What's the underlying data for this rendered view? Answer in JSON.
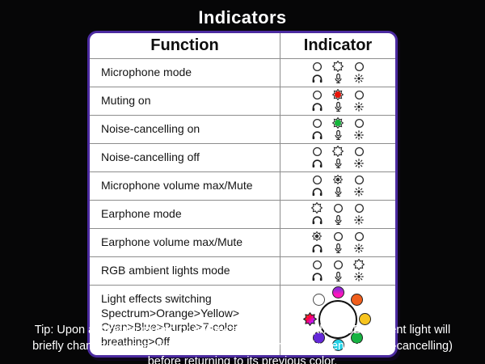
{
  "title": "Indicators",
  "table": {
    "headers": {
      "function": "Function",
      "indicator": "Indicator"
    },
    "legend_icons": [
      "headphone",
      "microphone",
      "brightness"
    ],
    "rows": [
      {
        "label": "Microphone mode",
        "indicators": [
          "off",
          "on",
          "off"
        ]
      },
      {
        "label": "Muting on",
        "indicators": [
          "off",
          "red",
          "off"
        ]
      },
      {
        "label": "Noise-cancelling on",
        "indicators": [
          "off",
          "green",
          "off"
        ]
      },
      {
        "label": "Noise-cancelling off",
        "indicators": [
          "off",
          "on",
          "off"
        ]
      },
      {
        "label": "Microphone volume max/Mute",
        "indicators": [
          "off",
          "blink",
          "off"
        ]
      },
      {
        "label": "Earphone mode",
        "indicators": [
          "on",
          "off",
          "off"
        ]
      },
      {
        "label": "Earphone volume max/Mute",
        "indicators": [
          "blink",
          "off",
          "off"
        ]
      },
      {
        "label": "RGB ambient lights mode",
        "indicators": [
          "off",
          "off",
          "on"
        ]
      }
    ],
    "last_row": {
      "label": "Light effects switching Spectrum>Orange>Yellow> Cyan>Blue>Purple>7-color breathing>Off",
      "cycle": [
        {
          "name": "spectrum",
          "color": "gradient"
        },
        {
          "name": "orange",
          "color": "#f05e1c"
        },
        {
          "name": "yellow",
          "color": "#f7c41f"
        },
        {
          "name": "green",
          "color": "#17b342"
        },
        {
          "name": "cyan",
          "color": "#25d2e6"
        },
        {
          "name": "purple",
          "color": "#6428d8"
        },
        {
          "name": "7-color-breathing",
          "color": "rainbow"
        },
        {
          "name": "off",
          "color": "#ffffff"
        }
      ]
    }
  },
  "tip": "Tip: Upon activating muting or noise-cancelling mode ,the RGB ambient light will briefly change to a specific color for 2s (red for muting/green for noise-cancelling) before returning to its previous color.",
  "colors": {
    "background": "#060607",
    "table_border": "#4b2aa0",
    "grid_line": "#8d8d8d",
    "muting_red": "#e91408",
    "noise_cancel_green": "#14b53a",
    "text_light": "#ffffff",
    "text_dark": "#141414"
  }
}
